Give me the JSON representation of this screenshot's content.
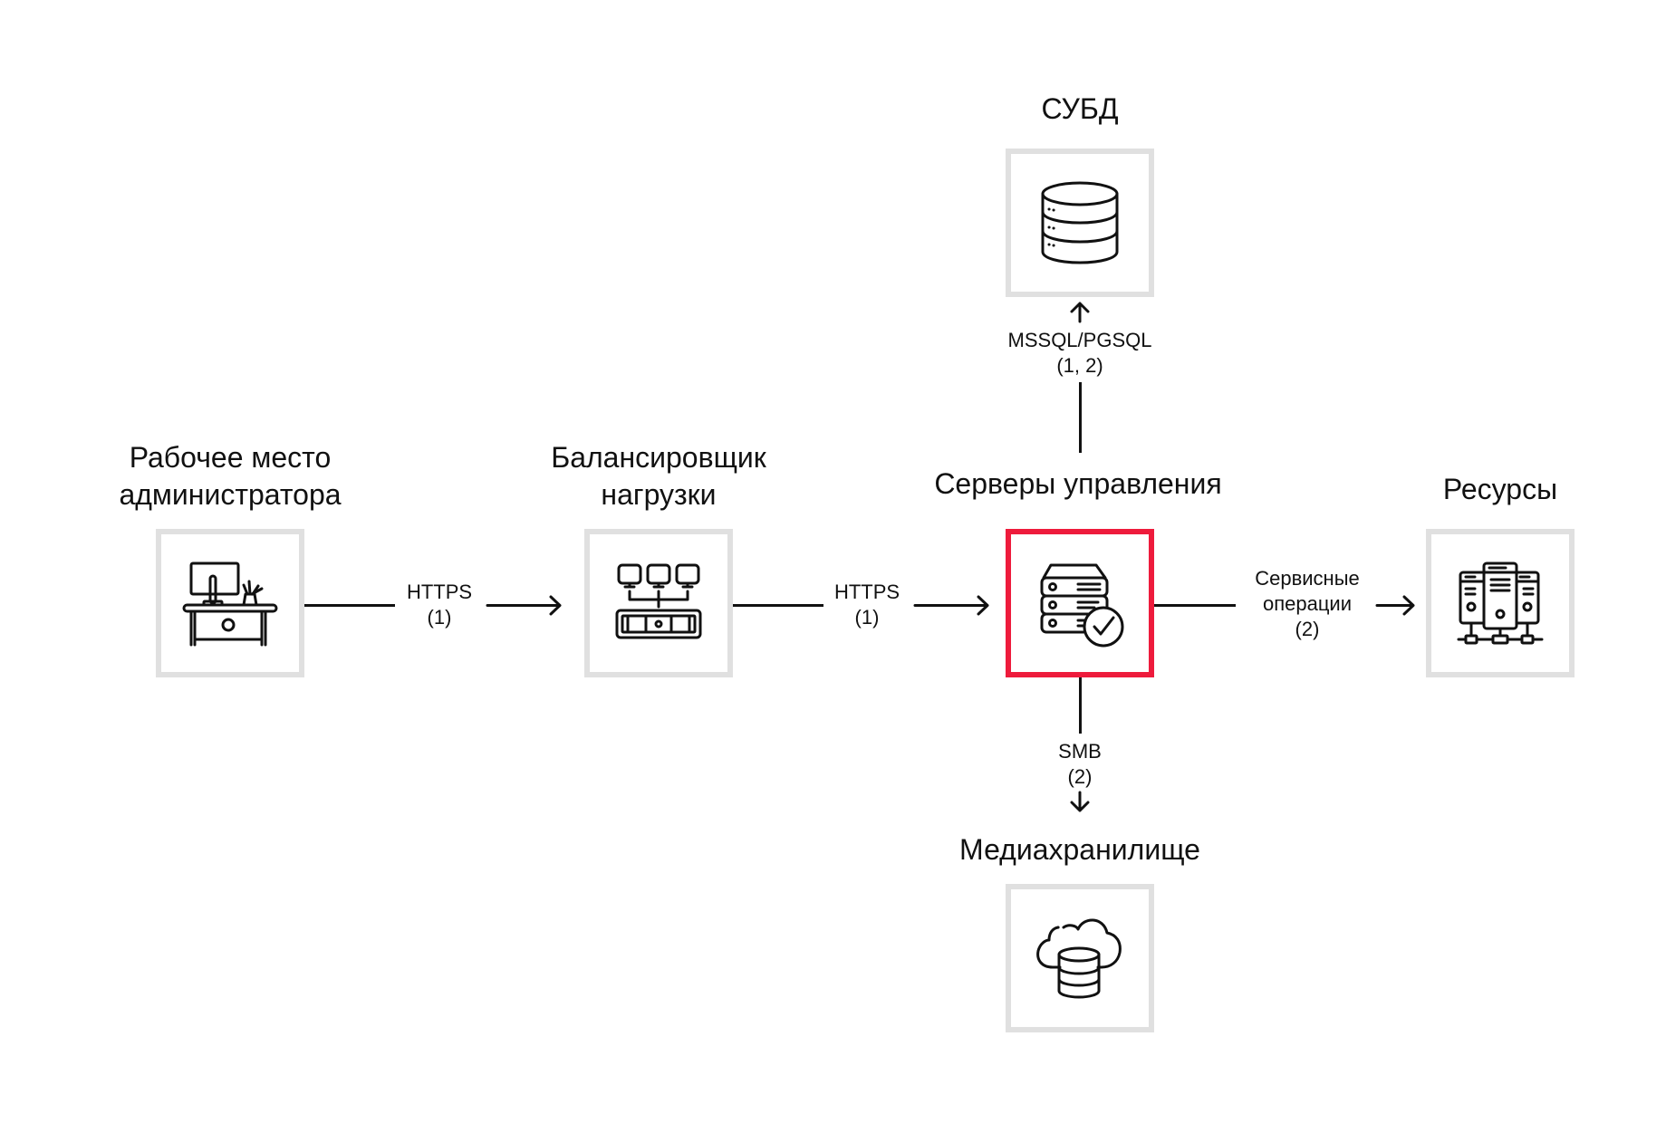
{
  "nodes": {
    "admin": {
      "title_line1": "Рабочее место",
      "title_line2": "администратора",
      "icon": "desk-workstation-icon"
    },
    "balancer": {
      "title_line1": "Балансировщик",
      "title_line2": "нагрузки",
      "icon": "load-balancer-icon"
    },
    "servers": {
      "title": "Серверы управления",
      "icon": "server-check-icon",
      "highlighted": true
    },
    "dbms": {
      "title": "СУБД",
      "icon": "database-icon"
    },
    "media": {
      "title": "Медиахранилище",
      "icon": "cloud-database-icon"
    },
    "resources": {
      "title": "Ресурсы",
      "icon": "server-network-icon"
    }
  },
  "links": {
    "admin_to_balancer": {
      "line1": "HTTPS",
      "line2": "(1)"
    },
    "balancer_to_servers": {
      "line1": "HTTPS",
      "line2": "(1)"
    },
    "servers_to_dbms": {
      "line1": "MSSQL/PGSQL",
      "line2": "(1, 2)"
    },
    "servers_to_media": {
      "line1": "SMB",
      "line2": "(2)"
    },
    "servers_to_resources": {
      "line1": "Сервисные",
      "line2": "операции",
      "line3": "(2)"
    }
  },
  "colors": {
    "highlight": "#ee1b3c",
    "box_border": "#e0e0e0",
    "stroke": "#111111"
  }
}
